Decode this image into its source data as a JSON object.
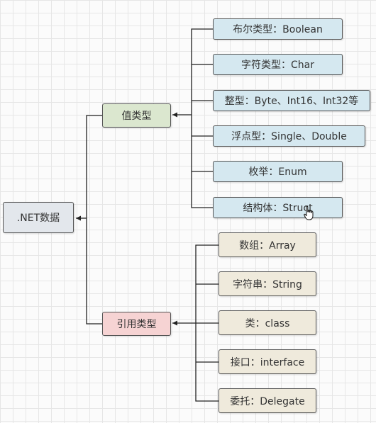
{
  "root": {
    "label": ".NET数据"
  },
  "groups": [
    {
      "label": "值类型",
      "kind": "value",
      "items": [
        {
          "label": "布尔类型：Boolean"
        },
        {
          "label": "字符类型：Char"
        },
        {
          "label": "整型：Byte、Int16、Int32等"
        },
        {
          "label": "浮点型：Single、Double"
        },
        {
          "label": "枚举：Enum"
        },
        {
          "label": "结构体：Struct"
        }
      ]
    },
    {
      "label": "引用类型",
      "kind": "ref",
      "items": [
        {
          "label": "数组：Array"
        },
        {
          "label": "字符串：String"
        },
        {
          "label": "类：class"
        },
        {
          "label": "接口：interface"
        },
        {
          "label": "委托：Delegate"
        }
      ]
    }
  ],
  "colors": {
    "root_fill": "#e3e7ec",
    "value_group_fill": "#dbe7cf",
    "ref_group_fill": "#f6d3d3",
    "value_leaf_fill": "#d5e8f0",
    "ref_leaf_fill": "#efeadc",
    "line": "#222222"
  },
  "icons": {
    "cursor": "hand-pointer-icon"
  }
}
